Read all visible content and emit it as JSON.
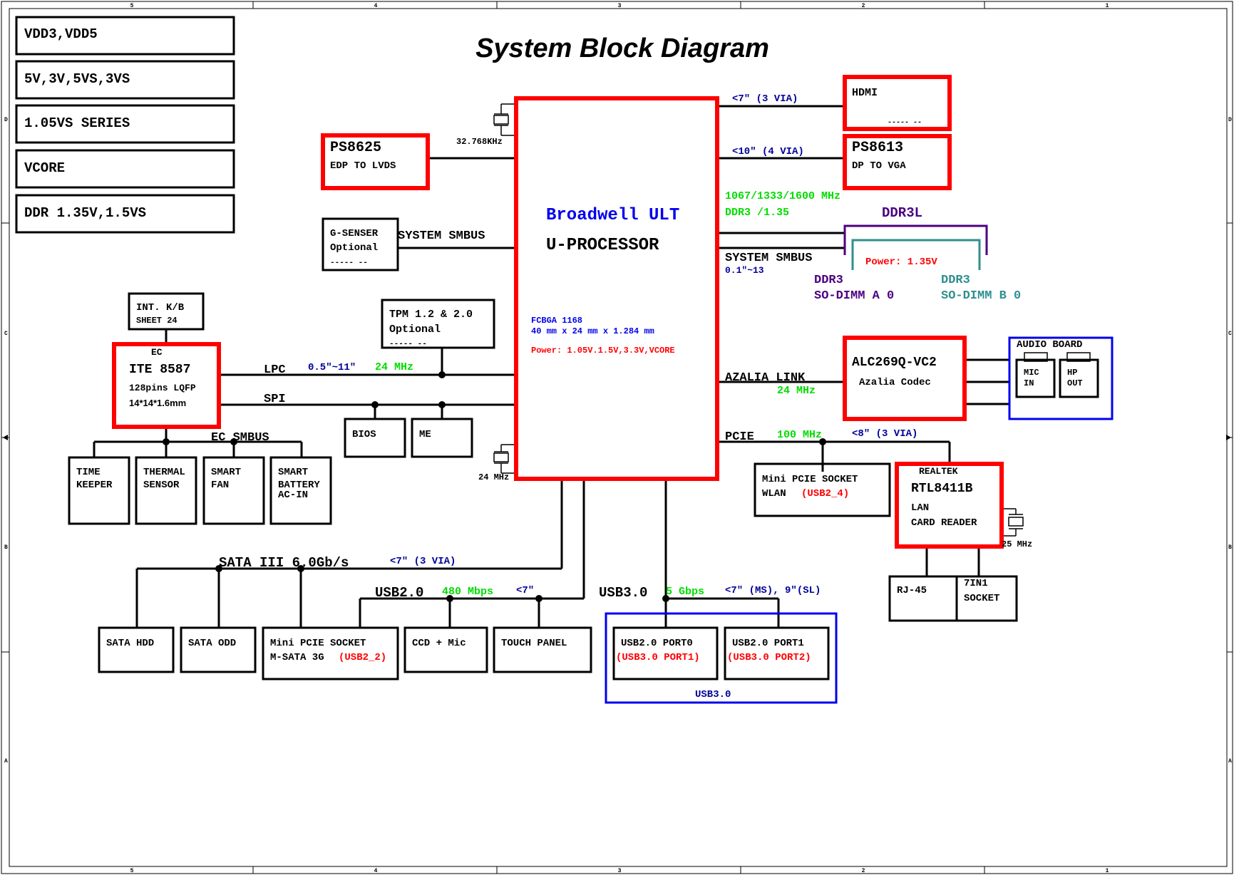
{
  "title": "System Block Diagram",
  "colors": {
    "red": "#ff0000",
    "blue": "#0000ee",
    "navy": "#000099",
    "green": "#00dd00",
    "purple": "#4b0082",
    "teal": "#2f8f8f",
    "black": "#000000"
  },
  "border": {
    "columns": [
      "5",
      "4",
      "3",
      "2",
      "1"
    ],
    "rows": [
      "D",
      "C",
      "B",
      "A"
    ]
  },
  "power_rails": [
    "VDD3,VDD5",
    "5V,3V,5VS,3VS",
    "1.05VS SERIES",
    "VCORE",
    "DDR 1.35V,1.5VS"
  ],
  "cpu": {
    "name": "Broadwell ULT",
    "subtitle": "U-PROCESSOR",
    "package": "FCBGA 1168",
    "size": "40 mm x 24 mm x 1.284 mm",
    "power": "Power: 1.05V.1.5V,3.3V,VCORE",
    "xtal_rtc": "32.768KHz",
    "xtal_main": "24 MHz"
  },
  "ps8625": {
    "name": "PS8625",
    "desc": "EDP TO LVDS"
  },
  "gsensor": {
    "line1": "G-SENSER",
    "line2": "Optional",
    "line3": "----- --"
  },
  "system_smbus_left": "SYSTEM SMBUS",
  "kb": {
    "line1": "INT. K/B",
    "line2": "SHEET 24"
  },
  "tpm": {
    "line1": "TPM 1.2 & 2.0",
    "line2": "Optional",
    "line3": "----- --"
  },
  "ec": {
    "label": "EC",
    "name": "ITE 8587",
    "pins": "128pins LQFP",
    "size": "14*14*1.6mm"
  },
  "lpc": {
    "label": "LPC",
    "length": "0.5\"~11\"",
    "freq": "24 MHz"
  },
  "spi": {
    "label": "SPI"
  },
  "bios": "BIOS",
  "me": "ME",
  "ec_smbus": "EC SMBUS",
  "ec_peripherals": [
    {
      "line1": "TIME",
      "line2": "KEEPER",
      "line3": ""
    },
    {
      "line1": "THERMAL",
      "line2": "SENSOR",
      "line3": ""
    },
    {
      "line1": "SMART",
      "line2": "FAN",
      "line3": ""
    },
    {
      "line1": "SMART",
      "line2": "BATTERY",
      "line3": "AC-IN"
    }
  ],
  "hdmi": {
    "length": "<7\" (3 VIA)",
    "name": "HDMI",
    "note": "----- --"
  },
  "ps8613": {
    "length": "<10\" (4 VIA)",
    "name": "PS8613",
    "desc": "DP TO VGA"
  },
  "ddr": {
    "freq": "1067/1333/1600 MHz",
    "type": "DDR3 /1.35",
    "ddr3l": "DDR3L",
    "smbus": "SYSTEM SMBUS",
    "smbus_len": "0.1\"~13",
    "power": "Power: 1.35V",
    "dimm_a_line1": "DDR3",
    "dimm_a_line2": "SO-DIMM A 0",
    "dimm_b_line1": "DDR3",
    "dimm_b_line2": "SO-DIMM B 0"
  },
  "azalia": {
    "label": "AZALIA LINK",
    "freq": "24 MHz",
    "codec": "ALC269Q-VC2",
    "codec_desc": "Azalia Codec"
  },
  "audio_board": {
    "title": "AUDIO BOARD",
    "mic_line1": "MIC",
    "mic_line2": "IN",
    "hp_line1": "HP",
    "hp_line2": "OUT"
  },
  "pcie": {
    "label": "PCIE",
    "freq": "100 MHz",
    "length": "<8\" (3 VIA)"
  },
  "wlan": {
    "line1": "Mini PCIE SOCKET",
    "line2": "WLAN",
    "usb": "(USB2_4)"
  },
  "lan": {
    "vendor": "REALTEK",
    "name": "RTL8411B",
    "line1": "LAN",
    "line2": "CARD READER",
    "xtal": "25 MHz"
  },
  "rj45": "RJ-45",
  "socket": {
    "line1": "7IN1",
    "line2": "SOCKET"
  },
  "sata": {
    "label": "SATA III 6.0Gb/s",
    "length": "<7\" (3 VIA)"
  },
  "usb2": {
    "label": "USB2.0",
    "speed": "480 Mbps",
    "length": "<7\""
  },
  "usb3": {
    "label": "USB3.0",
    "speed": "5 Gbps",
    "length": "<7\" (MS), 9\"(SL)"
  },
  "sata_hdd": "SATA HDD",
  "sata_odd": "SATA ODD",
  "msata": {
    "line1": "Mini PCIE SOCKET",
    "line2": "M-SATA 3G",
    "usb": "(USB2_2)"
  },
  "ccd": "CCD + Mic",
  "touch": "TOUCH PANEL",
  "port0": {
    "line1": "USB2.0 PORT0",
    "line2": "(USB3.0 PORT1)"
  },
  "port1": {
    "line1": "USB2.0 PORT1",
    "line2": "(USB3.0 PORT2)"
  },
  "usb3_group": "USB3.0"
}
